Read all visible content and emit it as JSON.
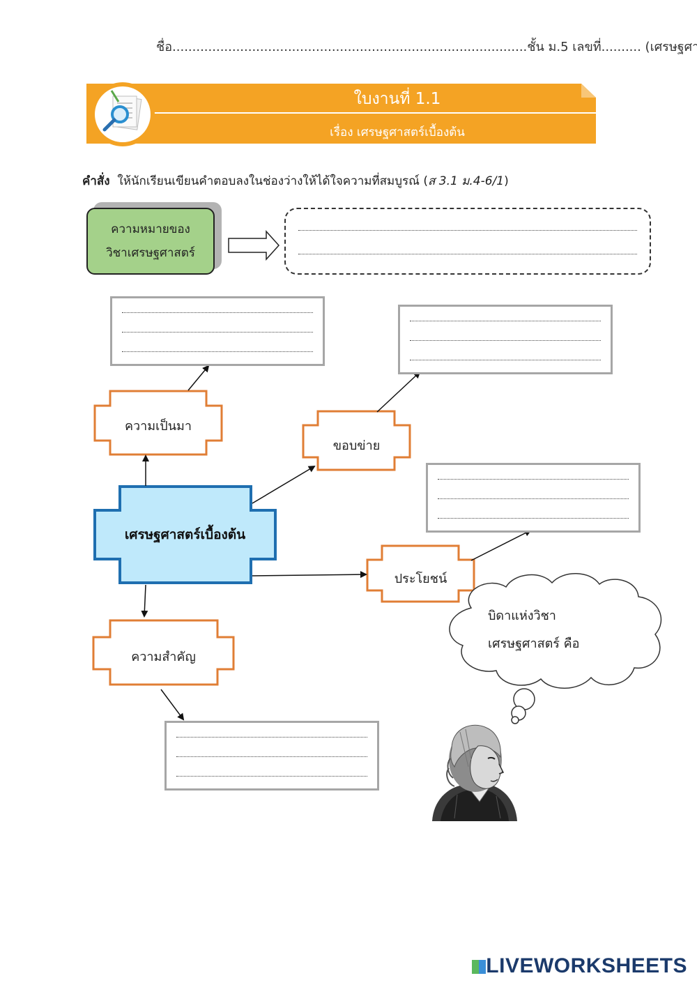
{
  "header": {
    "line": "ชื่อ.........................................................................................ชั้น ม.5 เลขที่.......... (เศรษฐศาสตร์)"
  },
  "banner": {
    "title": "ใบงานที่ 1.1",
    "subtitle": "เรื่อง เศรษฐศาสตร์เบื้องต้น",
    "icon": "magnifier-document-icon",
    "color": "#f4a324"
  },
  "instruction": {
    "label": "คำสั่ง",
    "text": "ให้นักเรียนเขียนคำตอบลงในช่องว่างให้ได้ใจความที่สมบูรณ์ (",
    "code": "ส 3.1 ม.4-6/1",
    "close": ")"
  },
  "definition": {
    "line1": "ความหมายของ",
    "line2": "วิชาเศรษฐศาสตร์"
  },
  "mindmap": {
    "center": "เศรษฐศาสตร์เบื้องต้น",
    "history": "ความเป็นมา",
    "scope": "ขอบข่าย",
    "benefit": "ประโยชน์",
    "importance": "ความสำคัญ"
  },
  "cloud": {
    "line1": "บิดาแห่งวิชา",
    "line2": "เศรษฐศาสตร์ คือ"
  },
  "portrait": {
    "icon": "economist-portrait-icon"
  },
  "colors": {
    "orange_frame": "#e07e35",
    "center_fill": "#bfe9fb",
    "center_border": "#1f6fb0",
    "answer_border": "#a6a6a6"
  },
  "footer": {
    "logo": "LIVEWORKSHEETS"
  }
}
